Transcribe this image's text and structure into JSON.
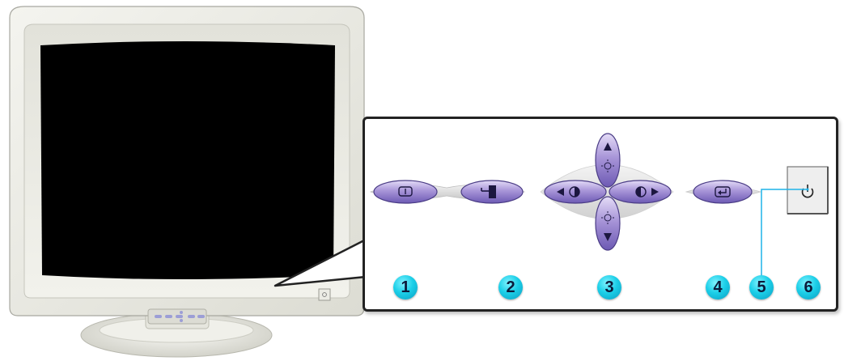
{
  "callout_numbers": [
    "1",
    "2",
    "3",
    "4",
    "5",
    "6"
  ],
  "controls": [
    {
      "number": "1",
      "icon": "menu-icon"
    },
    {
      "number": "2",
      "icon": "exit-icon"
    },
    {
      "number": "3",
      "icon": "brightness-contrast-adjust-icon"
    },
    {
      "number": "4",
      "icon": "enter-icon"
    },
    {
      "number": "5",
      "icon": "power-indicator-icon"
    },
    {
      "number": "6",
      "icon": "power-icon"
    }
  ],
  "colors": {
    "button_purple": "#9d8ad0",
    "badge_cyan": "#1ccfe8",
    "leader_line": "#1fb3e8",
    "monitor_bezel": "#ebebe4",
    "screen": "#000000"
  }
}
